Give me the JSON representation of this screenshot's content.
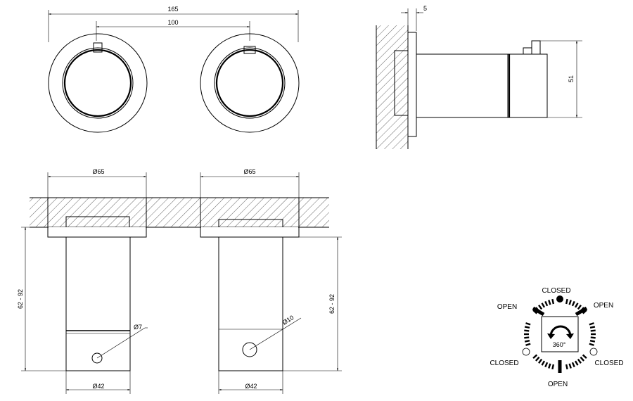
{
  "front_view": {
    "overall_width": "165",
    "center_distance": "100"
  },
  "side_view": {
    "plate_thickness": "5",
    "height": "51"
  },
  "section_view": {
    "left": {
      "plate_diameter": "Ø65",
      "body_diameter": "Ø42",
      "hole_diameter": "Ø7",
      "depth_range": "62 - 92"
    },
    "right": {
      "plate_diameter": "Ø65",
      "body_diameter": "Ø42",
      "hole_diameter": "Ø10",
      "depth_range": "62 - 92"
    }
  },
  "rotation_diagram": {
    "top_label": "CLOSED",
    "upper_left_label": "OPEN",
    "upper_right_label": "OPEN",
    "lower_left_label": "CLOSED",
    "lower_right_label": "CLOSED",
    "bottom_label": "OPEN",
    "rotation_value": "360°"
  }
}
